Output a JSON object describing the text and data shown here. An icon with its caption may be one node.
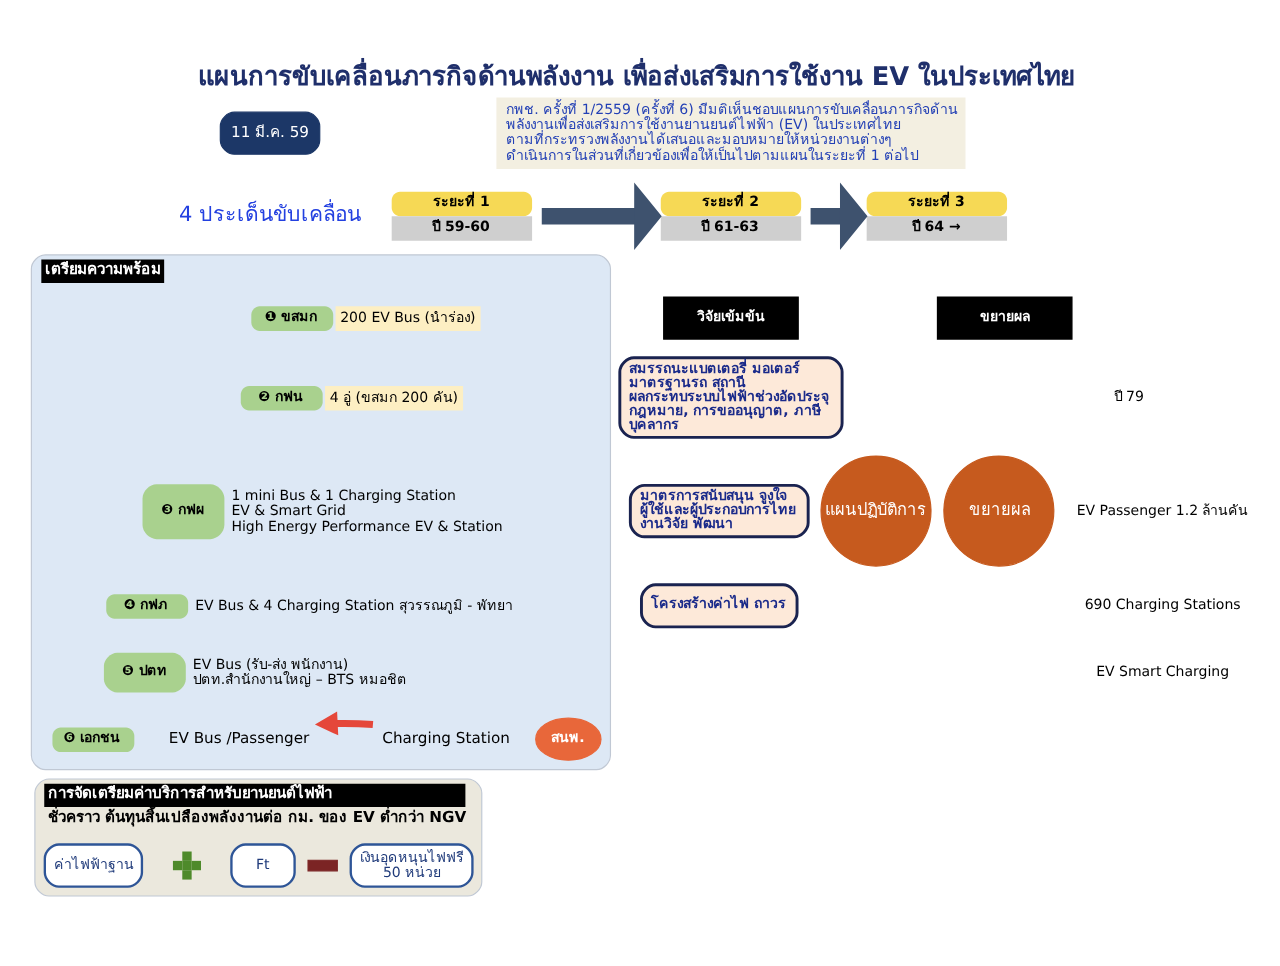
{
  "diagram": {
    "title": "แผนการขับเคลื่อนภารกิจด้านพลังงาน เพื่อส่งเสริมการใช้งาน EV ในประเทศไทย",
    "nodes": [
      {
        "text": [
          "11 มี.ค. 59"
        ]
      },
      {
        "text": [
          "กพช. ครั้งที่ 1/2559 (ครั้งที่ 6) มีมติเห็นชอบแผนการขับเคลื่อนภารกิจด้านพลังงานเพื่อส่งเสริมการใช้งานยานยนต์ไฟฟ้า (EV) ในประเทศไทย ตามที่กระทรวงพลังงานได้เสนอและมอบหมายให้หน่วยงานต่างๆ ดำเนินการในส่วนที่เกี่ยวข้องเพื่อให้เป็นไปตามแผนในระยะที่ 1 ต่อไป"
        ]
      },
      {
        "text": [
          "ระยะที่ 1",
          "ปี 59-60"
        ]
      },
      {
        "text": [
          "ระยะที่ 2",
          "ปี 61-63"
        ]
      },
      {
        "text": [
          "ระยะที่ 3",
          "ปี 64 →"
        ]
      },
      {
        "text": [
          "เตรียมความพร้อม"
        ]
      },
      {
        "text": [
          "❶ ขสมก",
          "200 EV Bus (นำร่อง)"
        ],
        "in": 5
      },
      {
        "text": [
          "❷ กฟน",
          "4 อู่ (ขสมก 200 คัน)"
        ],
        "in": 5
      },
      {
        "text": [
          "❸ กฟผ",
          "1 mini Bus & 1 Charging Station",
          "EV & Smart Grid",
          "High Energy Performance EV & Station"
        ],
        "in": 5
      },
      {
        "text": [
          "❹ กฟภ",
          "EV Bus & 4 Charging Station สุวรรณภูมิ - พัทยา"
        ],
        "in": 5
      },
      {
        "text": [
          "❺ ปตท",
          "EV Bus (รับ-ส่ง พนักงาน)",
          "ปตท.สำนักงานใหญ่ – BTS หมอชิต"
        ],
        "in": 5
      },
      {
        "text": [
          "❻ เอกชน"
        ],
        "in": 5
      },
      {
        "text": [
          "EV Bus /Passenger"
        ],
        "in": 5
      },
      {
        "text": [
          "Charging Station"
        ],
        "in": 5
      },
      {
        "text": [
          "สนพ."
        ],
        "in": 5
      },
      {
        "text": [
          "การจัดเตรียมค่าบริการสำหรับยานยนต์ไฟฟ้า",
          "ชั่วคราว ต้นทุนสิ้นเปลืองพลังงานต่อ กม. ของ EV ต่ำกว่า NGV"
        ]
      },
      {
        "text": [
          "ค่าไฟฟ้าฐาน"
        ],
        "in": 15
      },
      {
        "text": [],
        "shape": "cross",
        "in": 15
      },
      {
        "text": [
          "Ft"
        ],
        "in": 15
      },
      {
        "text": [],
        "shape": "bar",
        "in": 15
      },
      {
        "text": [
          "เงินอุดหนุนไฟฟรี 50 หน่วย"
        ],
        "in": 15
      },
      {
        "text": [
          "วิจัยเข้มข้น"
        ]
      },
      {
        "text": [
          "ขยายผล"
        ]
      },
      {
        "text": [
          "สมรรถนะแบตเตอรี่ มอเตอร์",
          "มาตรฐานรถ สถานี",
          "ผลกระทบระบบไฟฟ้าช่วงอัดประจุ",
          "กฎหมาย, การขออนุญาต, ภาษี",
          "บุคลากร"
        ]
      },
      {
        "text": [
          "มาตรการสนับสนุน จูงใจ ผู้ใช้และผู้ประกอบการไทย",
          "งานวิจัย พัฒนา"
        ]
      },
      {
        "text": [
          "โครงสร้างค่าไฟ ถาวร"
        ]
      },
      {
        "text": [
          "แผนปฏิบัติการ"
        ]
      },
      {
        "text": [
          "ขยายผล"
        ]
      }
    ],
    "edges": [
      {
        "from": 2,
        "to": 3,
        "arrow": "to"
      },
      {
        "from": 3,
        "to": 4,
        "arrow": "to"
      },
      {
        "from": 13,
        "to": 12,
        "arrow": "to",
        "color": "#e5473a"
      }
    ],
    "labels": [
      "4 ประเด็นขับเคลื่อน",
      "ปี 79",
      "EV Passenger 1.2 ล้านคัน",
      "690 Charging Stations",
      "EV Smart Charging"
    ]
  }
}
